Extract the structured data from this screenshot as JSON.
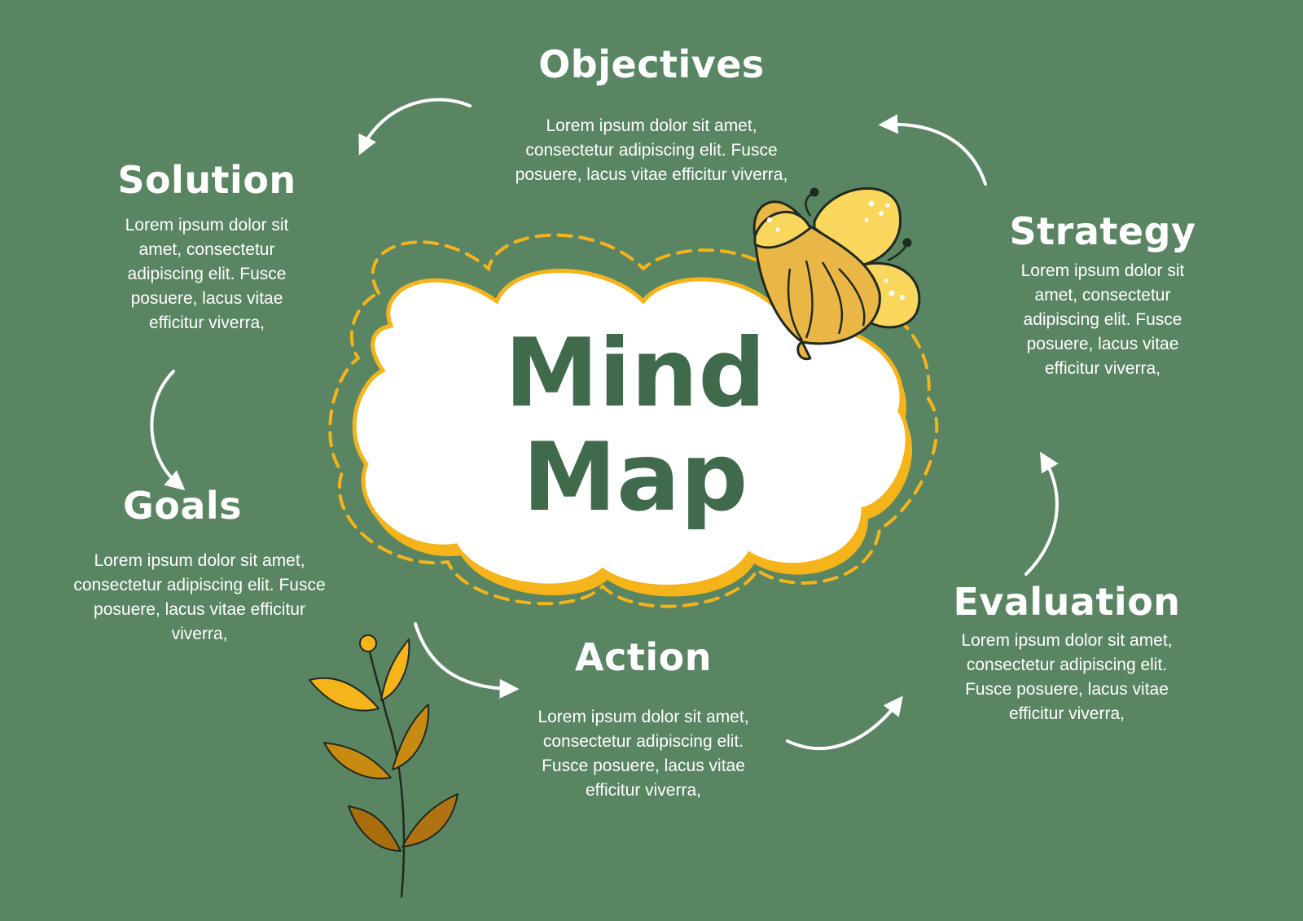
{
  "center": {
    "line1": "Mind",
    "line2": "Map"
  },
  "nodes": {
    "objectives": {
      "title": "Objectives",
      "body": "Lorem ipsum dolor sit amet, consectetur adipiscing elit. Fusce posuere, lacus vitae efficitur viverra,"
    },
    "solution": {
      "title": "Solution",
      "body": "Lorem ipsum dolor sit amet, consectetur adipiscing elit. Fusce posuere, lacus vitae efficitur viverra,"
    },
    "strategy": {
      "title": "Strategy",
      "body": "Lorem ipsum dolor sit amet, consectetur adipiscing elit. Fusce posuere, lacus vitae efficitur viverra,"
    },
    "goals": {
      "title": "Goals",
      "body": "Lorem ipsum dolor sit amet, consectetur adipiscing elit. Fusce posuere, lacus vitae efficitur viverra,"
    },
    "evaluation": {
      "title": "Evaluation",
      "body": "Lorem ipsum dolor sit amet, consectetur adipiscing elit. Fusce posuere, lacus vitae efficitur viverra,"
    },
    "action": {
      "title": "Action",
      "body": "Lorem ipsum dolor sit amet, consectetur adipiscing elit. Fusce posuere, lacus vitae efficitur viverra,"
    }
  },
  "colors": {
    "background": "#5a8563",
    "accent": "#f4b41a",
    "title_green": "#3f6b4c",
    "text": "#ffffff"
  },
  "icons": [
    "butterfly-illustration",
    "leaf-branch-illustration",
    "cycle-arrow-icon"
  ]
}
